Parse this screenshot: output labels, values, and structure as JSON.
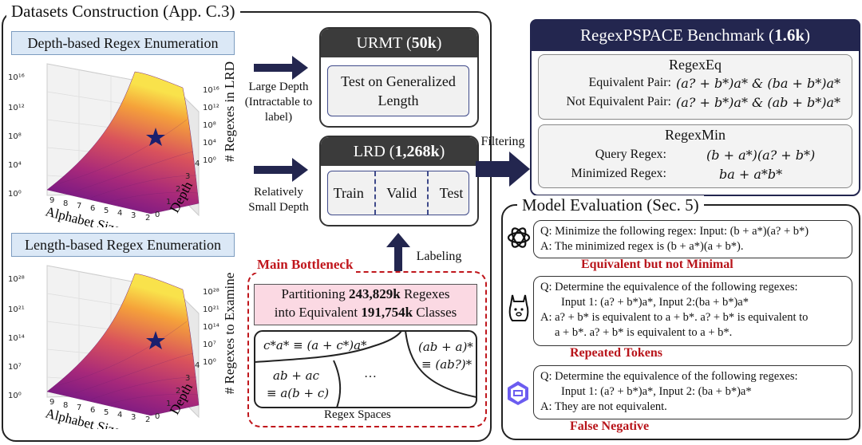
{
  "datasets": {
    "title": "Datasets Construction (App. C.3)",
    "depth_enum_label": "Depth-based Regex Enumeration",
    "length_enum_label": "Length-based Regex Enumeration",
    "plot1": {
      "xlabel": "Alphabet Size",
      "ylabel": "Depth",
      "zlabel": "# Regexes in LRD",
      "left_ticks": [
        "10¹⁶",
        "10¹²",
        "10⁸",
        "10⁴",
        "10⁰"
      ],
      "right_ticks": [
        "10¹⁶",
        "10¹²",
        "10⁸",
        "10⁴",
        "10⁰"
      ],
      "x_ticks": [
        "9",
        "8",
        "7",
        "6",
        "5",
        "4",
        "3",
        "2"
      ],
      "y_ticks": [
        "0",
        "1",
        "2",
        "3",
        "4"
      ]
    },
    "plot2": {
      "xlabel": "Alphabet Size",
      "ylabel": "Depth",
      "zlabel": "# Regexes to Examine",
      "left_ticks": [
        "10²⁸",
        "10²¹",
        "10¹⁴",
        "10⁷",
        "10⁰"
      ],
      "right_ticks": [
        "10²⁸",
        "10²¹",
        "10¹⁴",
        "10⁷",
        "10⁰"
      ],
      "x_ticks": [
        "9",
        "8",
        "7",
        "6",
        "5",
        "4",
        "3",
        "2"
      ],
      "y_ticks": [
        "0",
        "1",
        "2",
        "3",
        "4"
      ]
    },
    "large_depth": "Large Depth (Intractable to label)",
    "small_depth": "Relatively Small Depth",
    "labeling": "Labeling",
    "urmt": {
      "name": "URMT",
      "count": "50k",
      "task": "Test on Generalized Length"
    },
    "lrd": {
      "name": "LRD",
      "count": "1,268k",
      "splits": [
        "Train",
        "Valid",
        "Test"
      ]
    },
    "bottleneck": {
      "title": "Main Bottleneck",
      "line1_pre": "Partitioning ",
      "line1_bold": "243,829k",
      "line1_post": " Regexes",
      "line2_pre": "into Equivalent ",
      "line2_bold": "191,754k",
      "line2_post": " Classes",
      "eq1": "c*a* ≡ (a + c*)a*",
      "eq2a": "(ab + a)*",
      "eq2b": "≡ (ab?)*",
      "eq3a": "ab + ac",
      "eq3b": "≡ a(b + c)",
      "dots": "…",
      "spaces": "Regex Spaces"
    }
  },
  "filtering": "Filtering",
  "benchmark": {
    "title_pre": "RegexPSPACE Benchmark (",
    "title_bold": "1.6k",
    "title_post": ")",
    "regexeq": {
      "name": "RegexEq",
      "eq_label": "Equivalent Pair:",
      "eq_value": "(a? + b*)a* & (ba + b*)a*",
      "neq_label": "Not Equivalent Pair:",
      "neq_value": "(a? + b*)a* & (ab + b*)a*"
    },
    "regexmin": {
      "name": "RegexMin",
      "q_label": "Query Regex:",
      "q_value": "(b + a*)(a? + b*)",
      "m_label": "Minimized Regex:",
      "m_value": "ba + a*b*"
    }
  },
  "evaluation": {
    "title": "Model Evaluation (Sec. 5)",
    "cases": [
      {
        "q": "Q: Minimize the following regex: Input: (b + a*)(a? + b*)",
        "a": "A: The minimized regex is (b + a*)(a + b*).",
        "verdict": "Equivalent but not Minimal"
      },
      {
        "q": "Q: Determine the equivalence of the following regexes:",
        "q2": "Input 1: (a? + b*)a*, Input 2:(ba + b*)a*",
        "a": "A: a? + b* is equivalent to a + b*. a? + b* is equivalent to",
        "a2": "a + b*. a? + b* is equivalent to a + b*.",
        "verdict": "Repeated Tokens"
      },
      {
        "q": "Q: Determine the equivalence of the following regexes:",
        "q2": "Input 1: (a? + b*)a*, Input 2: (ba + b*)a*",
        "a": "A: They are not equivalent.",
        "verdict": "False Negative"
      }
    ]
  }
}
